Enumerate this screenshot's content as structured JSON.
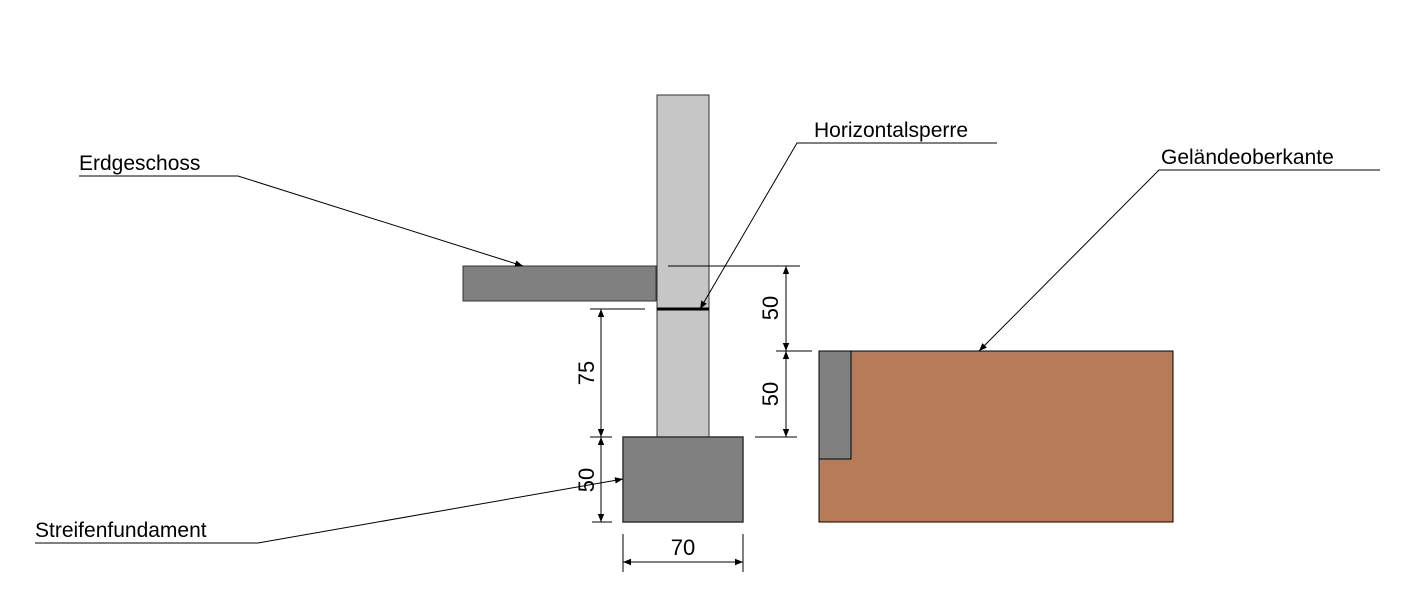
{
  "labels": {
    "erdgeschoss": "Erdgeschoss",
    "horizontalsperre": "Horizontalsperre",
    "gelaendeoberkante": "Geländeoberkante",
    "streifenfundament": "Streifenfundament"
  },
  "dimensions": {
    "upper_right": "50",
    "lower_right": "50",
    "left_upper": "75",
    "left_lower": "50",
    "footing_width": "70"
  },
  "colors": {
    "wall": "#c6c6c6",
    "concrete": "#808080",
    "soil": "#b87b58"
  }
}
